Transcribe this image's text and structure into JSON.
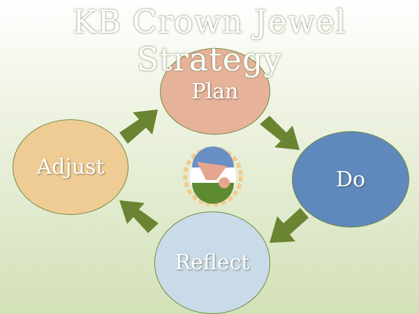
{
  "title": "KB Crown Jewel Strategy",
  "steps": {
    "plan": "Plan",
    "do": "Do",
    "reflect": "Reflect",
    "adjust": "Adjust"
  },
  "colors": {
    "plan": "#e6b29a",
    "do": "#5f88bd",
    "reflect": "#c9dbe9",
    "adjust": "#efcc94",
    "arrow": "#6a8431"
  }
}
